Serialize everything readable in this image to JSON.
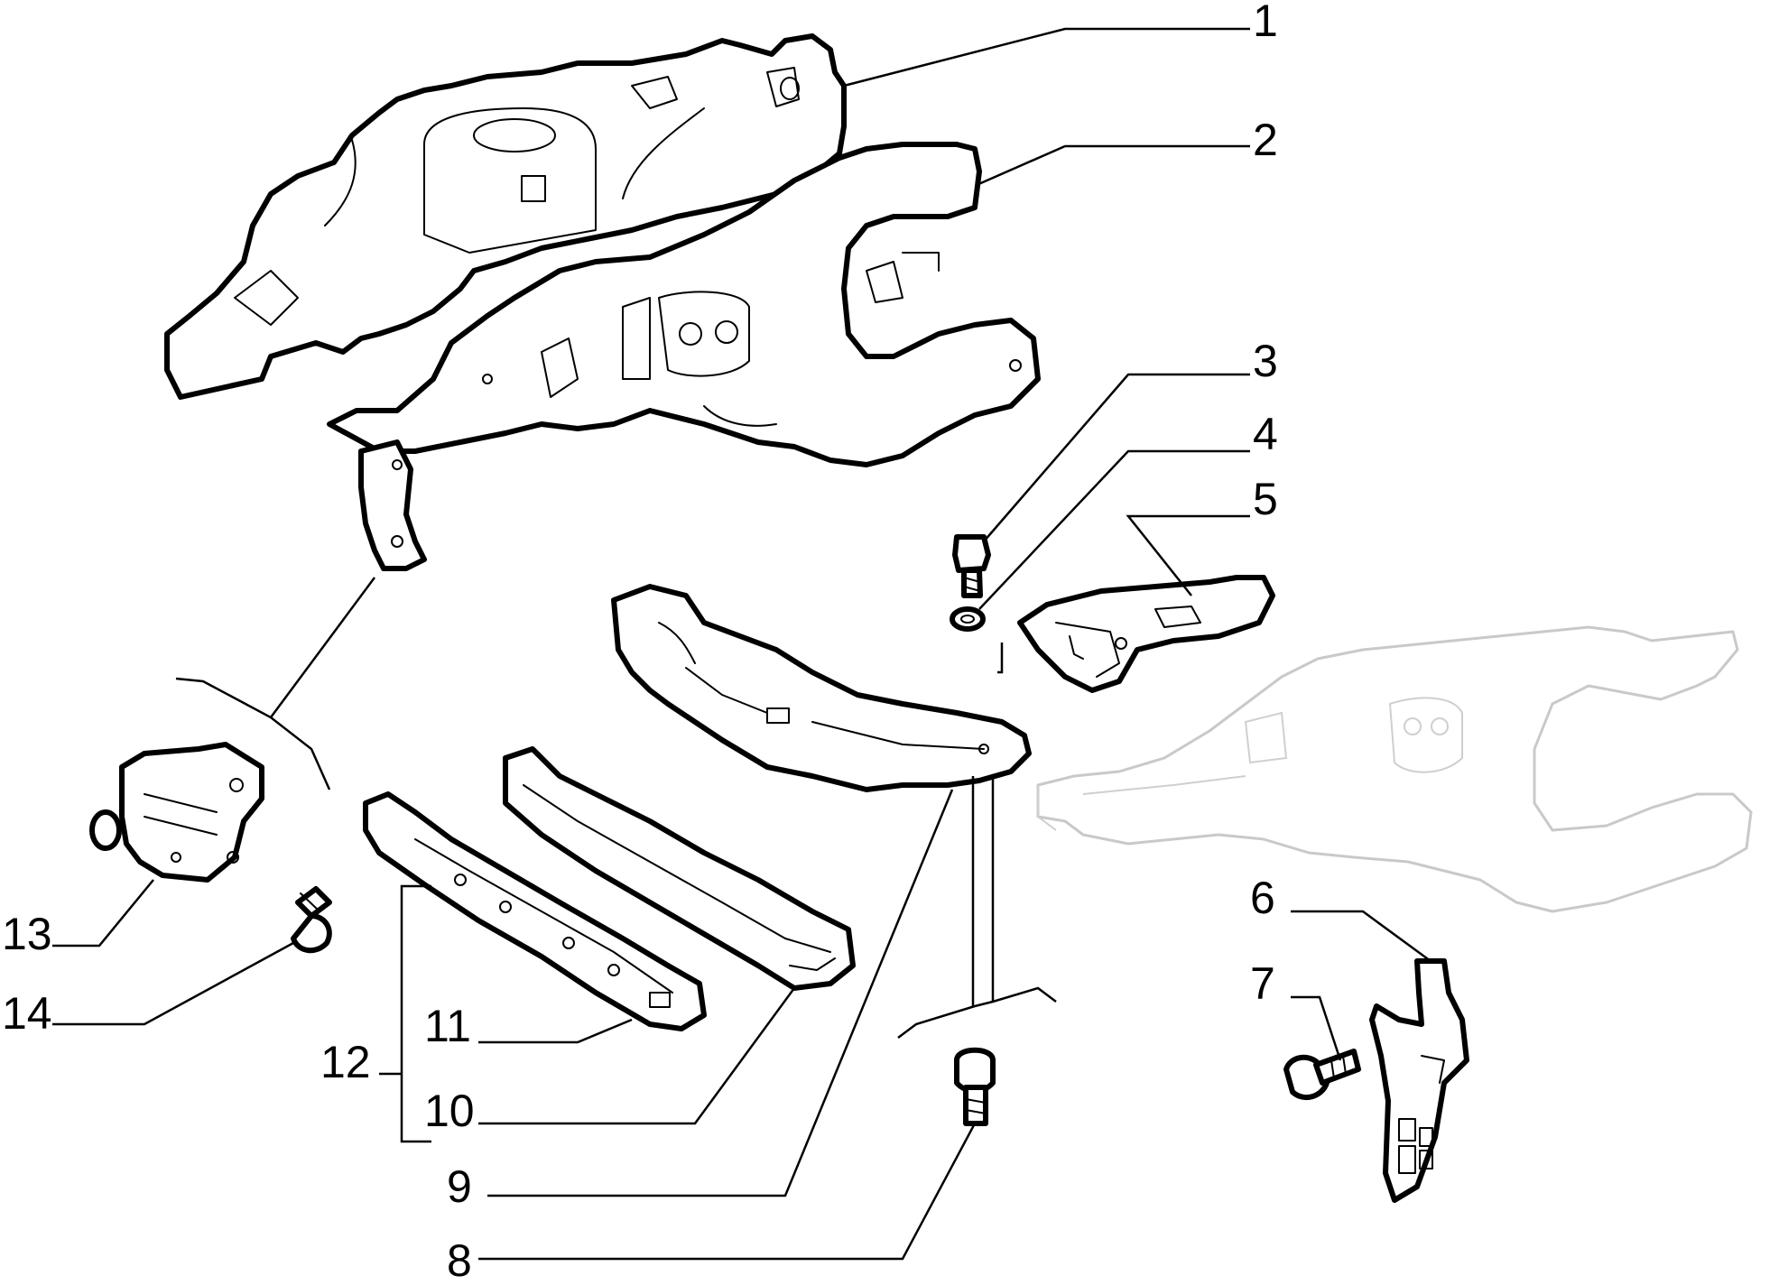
{
  "callouts": [
    {
      "id": "1",
      "text": "1"
    },
    {
      "id": "2",
      "text": "2"
    },
    {
      "id": "3",
      "text": "3"
    },
    {
      "id": "4",
      "text": "4"
    },
    {
      "id": "5",
      "text": "5"
    },
    {
      "id": "6",
      "text": "6"
    },
    {
      "id": "7",
      "text": "7"
    },
    {
      "id": "8",
      "text": "8"
    },
    {
      "id": "9",
      "text": "9"
    },
    {
      "id": "10",
      "text": "10"
    },
    {
      "id": "11",
      "text": "11"
    },
    {
      "id": "12",
      "text": "12"
    },
    {
      "id": "13",
      "text": "13"
    },
    {
      "id": "14",
      "text": "14"
    }
  ]
}
